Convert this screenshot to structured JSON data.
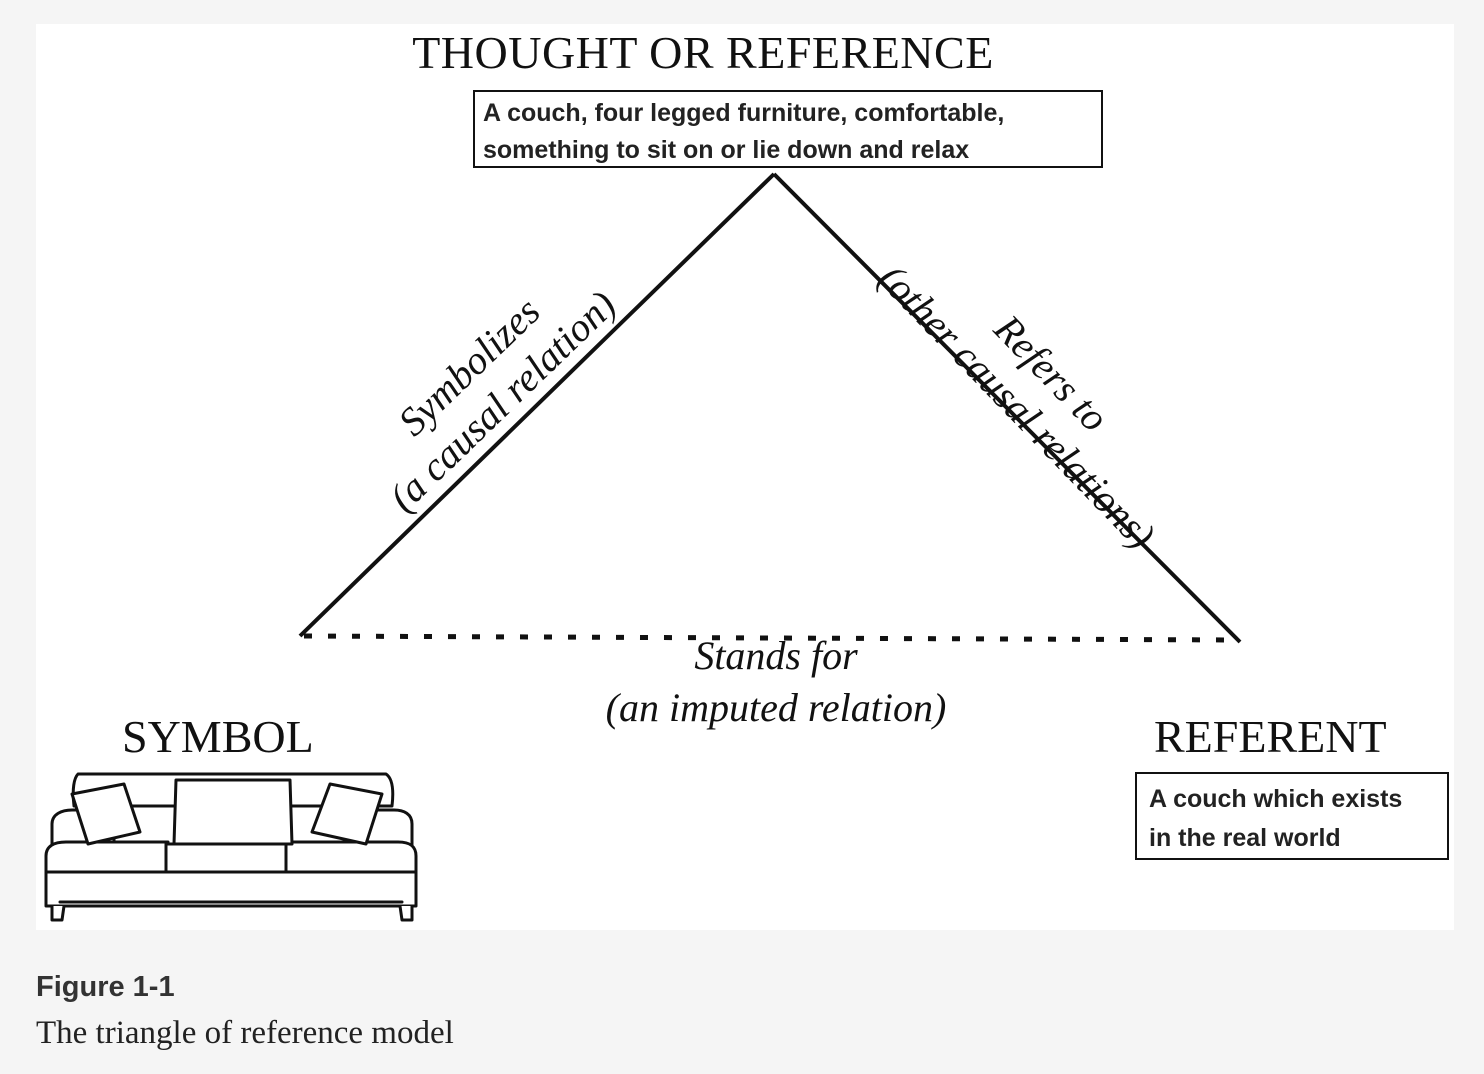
{
  "figure": {
    "top_label": "THOUGHT OR REFERENCE",
    "thought_note_lines": [
      "A couch, four legged furniture, comfortable,",
      "something to sit on or lie down and relax"
    ],
    "symbol_label": "SYMBOL",
    "referent_label": "REFERENT",
    "referent_note_lines": [
      "A couch which exists",
      "in the real world"
    ],
    "left_relation": [
      "Symbolizes",
      "(a causal relation)"
    ],
    "right_relation": [
      "Refers to",
      "(other causal relations)"
    ],
    "bottom_relation": [
      "Stands for",
      "(an imputed relation)"
    ],
    "symbol_icon": "couch-icon"
  },
  "caption": {
    "number": "Figure 1-1",
    "title": "The triangle of reference model"
  }
}
